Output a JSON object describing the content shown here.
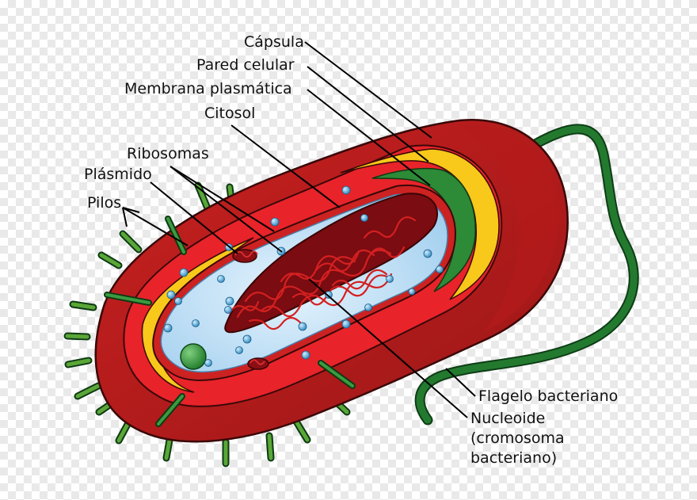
{
  "labels": {
    "capsula": "Cápsula",
    "pared": "Pared celular",
    "membrana": "Membrana plasmática",
    "citosol": "Citosol",
    "ribosomas": "Ribosomas",
    "plasmido": "Plásmido",
    "pilos": "Pilos",
    "flagelo": "Flagelo bacteriano",
    "nucleoide": "Nucleoide",
    "cromosoma_line1": "(cromosoma",
    "cromosoma_line2": "bacteriano)"
  },
  "colors": {
    "capsule_dark": "#a91d1d",
    "capsule": "#c92222",
    "cell_wall": "#e8232a",
    "membrane_yellow": "#f8c81a",
    "membrane_green": "#2d8a37",
    "cytosol": "#b7dcf5",
    "nucleoid": "#b0141c",
    "pili": "#2e7d32",
    "flagellum": "#237a2f",
    "ribosome": "#3a95c9"
  }
}
